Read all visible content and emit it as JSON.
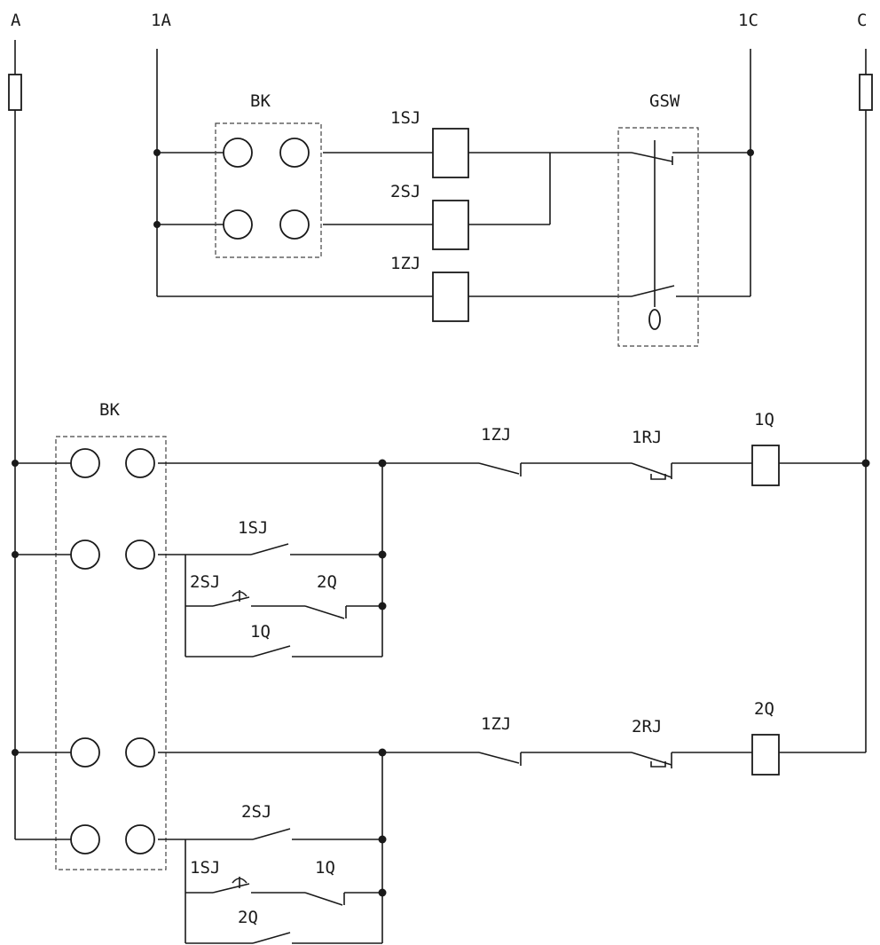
{
  "labels": {
    "bus_a": "A",
    "bus_1a": "1A",
    "bus_1c": "1C",
    "bus_c": "C",
    "bk_top": "BK",
    "sj1_coil": "1SJ",
    "sj2_coil": "2SJ",
    "zj1_coil": "1ZJ",
    "gsw": "GSW",
    "bk_bottom": "BK",
    "r1_zj1": "1ZJ",
    "r1_rj1": "1RJ",
    "r1_q1": "1Q",
    "r1_sj1": "1SJ",
    "r1_sj2": "2SJ",
    "r1_q2": "2Q",
    "r1_q1b": "1Q",
    "r2_zj1": "1ZJ",
    "r2_rj2": "2RJ",
    "r2_q2": "2Q",
    "r2_sj2": "2SJ",
    "r2_sj1": "1SJ",
    "r2_q1": "1Q",
    "r2_q2b": "2Q"
  }
}
